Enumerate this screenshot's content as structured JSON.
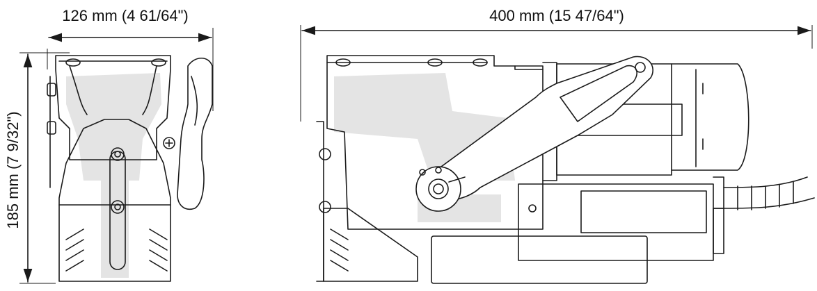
{
  "dimensions": {
    "front_width": "126 mm (4 61/64\")",
    "side_length": "400 mm (15 47/64\")",
    "height": "185 mm (7 9/32\")"
  },
  "colors": {
    "line": "#1a1a1a",
    "shade": "#e4e4e4",
    "background": "#ffffff"
  }
}
